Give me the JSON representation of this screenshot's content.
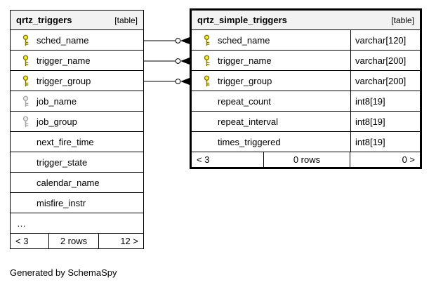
{
  "caption": "Generated by SchemaSpy",
  "colors": {
    "header_bg": "#f2f2f2",
    "border": "#000000",
    "primary_key": "#f6ee2f",
    "index_key": "#efefef"
  },
  "tables": [
    {
      "name": "qrtz_triggers",
      "badge": "[table]",
      "show_types": false,
      "columns": [
        {
          "name": "sched_name",
          "key": "primary"
        },
        {
          "name": "trigger_name",
          "key": "primary"
        },
        {
          "name": "trigger_group",
          "key": "primary"
        },
        {
          "name": "job_name",
          "key": "index"
        },
        {
          "name": "job_group",
          "key": "index"
        },
        {
          "name": "next_fire_time",
          "key": null
        },
        {
          "name": "trigger_state",
          "key": null
        },
        {
          "name": "calendar_name",
          "key": null
        },
        {
          "name": "misfire_instr",
          "key": null
        },
        {
          "name": "…",
          "key": null,
          "ellipsis": true
        }
      ],
      "footer": {
        "left": "< 3",
        "center": "2 rows",
        "right": "12 >"
      }
    },
    {
      "name": "qrtz_simple_triggers",
      "badge": "[table]",
      "show_types": true,
      "columns": [
        {
          "name": "sched_name",
          "key": "primary",
          "type": "varchar[120]"
        },
        {
          "name": "trigger_name",
          "key": "primary",
          "type": "varchar[200]"
        },
        {
          "name": "trigger_group",
          "key": "primary",
          "type": "varchar[200]"
        },
        {
          "name": "repeat_count",
          "key": null,
          "type": "int8[19]"
        },
        {
          "name": "repeat_interval",
          "key": null,
          "type": "int8[19]"
        },
        {
          "name": "times_triggered",
          "key": null,
          "type": "int8[19]"
        }
      ],
      "footer": {
        "left": "< 3",
        "center": "0 rows",
        "right": "0 >"
      }
    }
  ],
  "relationships": [
    {
      "from": "qrtz_triggers.sched_name",
      "to": "qrtz_simple_triggers.sched_name"
    },
    {
      "from": "qrtz_triggers.trigger_name",
      "to": "qrtz_simple_triggers.trigger_name"
    },
    {
      "from": "qrtz_triggers.trigger_group",
      "to": "qrtz_simple_triggers.trigger_group"
    }
  ]
}
